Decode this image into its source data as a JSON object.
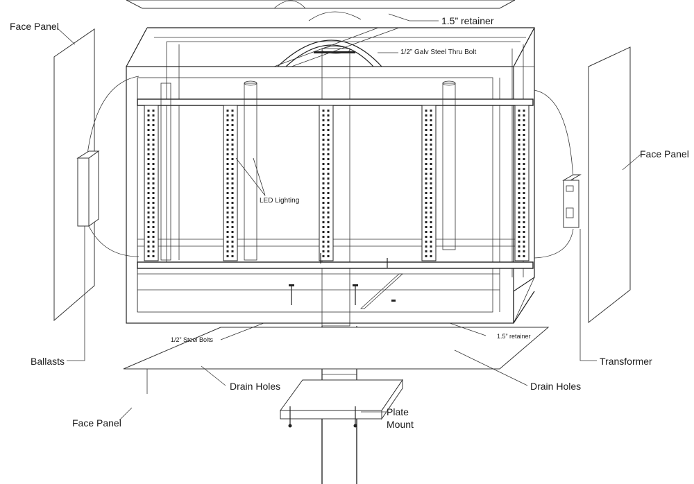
{
  "labels": {
    "face_panel_top_left": "Face Panel",
    "face_panel_right": "Face Panel",
    "face_panel_bottom": "Face Panel",
    "retainer_top": "1.5” retainer",
    "thru_bolt": "1/2” Galv Steel Thru Bolt",
    "led_lighting": "LED Lighting",
    "ballasts": "Ballasts",
    "transformer": "Transformer",
    "steel_bolts": "1/2” Steel Bolts",
    "retainer_bottom": "1.5” retainer",
    "drain_holes_left": "Drain Holes",
    "drain_holes_right": "Drain Holes",
    "plate": "Plate",
    "mount": "Mount"
  }
}
